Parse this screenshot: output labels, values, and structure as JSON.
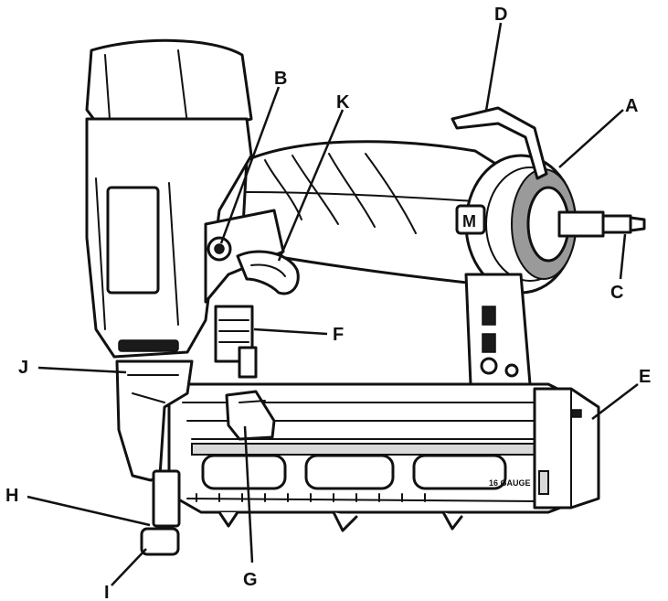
{
  "colors": {
    "ink": "#111111",
    "background": "#ffffff",
    "shade": "#d9d9d9",
    "shade_dark": "#9a9a9a"
  },
  "callouts": [
    {
      "id": "A",
      "label": "A"
    },
    {
      "id": "B",
      "label": "B"
    },
    {
      "id": "C",
      "label": "C"
    },
    {
      "id": "D",
      "label": "D"
    },
    {
      "id": "E",
      "label": "E"
    },
    {
      "id": "F",
      "label": "F"
    },
    {
      "id": "G",
      "label": "G"
    },
    {
      "id": "H",
      "label": "H"
    },
    {
      "id": "I",
      "label": "I"
    },
    {
      "id": "J",
      "label": "J"
    },
    {
      "id": "K",
      "label": "K"
    }
  ],
  "illustration": {
    "gauge_marking": "16 GAUGE",
    "logo_marking": "M"
  }
}
